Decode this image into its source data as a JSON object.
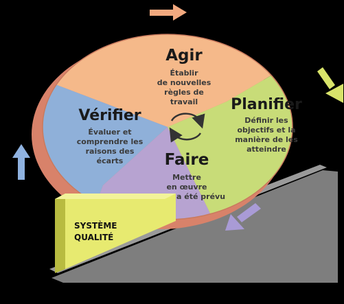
{
  "quadrants": {
    "agir": {
      "title": "Agir",
      "lines": [
        "Établir",
        "de nouvelles",
        "règles de",
        "travail"
      ]
    },
    "planifier": {
      "title": "Planifier",
      "lines": [
        "Définir les",
        "objectifs et la",
        "manière de les",
        "atteindre"
      ]
    },
    "faire": {
      "title": "Faire",
      "lines": [
        "Mettre",
        "en œuvre",
        "ce qui a été prévu"
      ]
    },
    "verifier": {
      "title": "Vérifier",
      "lines": [
        "Évaluer et",
        "comprendre les",
        "raisons des",
        "écarts"
      ]
    }
  },
  "wedge": {
    "lines": [
      "SYSTÈME",
      "QUALITÉ"
    ]
  },
  "colors": {
    "agir": "#f5b98a",
    "planifier": "#c8dc78",
    "faire": "#b7a3d1",
    "verifier": "#8fb0d9",
    "rim": "#d8826a",
    "wedge_face": "#e7ea70",
    "ramp": "#7e7e7e",
    "arrow_blue": "#8fb2e0",
    "arrow_orange": "#f2a97f",
    "arrow_yellow": "#d9e46a",
    "arrow_purple": "#a99bd6"
  },
  "icons": {
    "center": "cycle-arrows-icon"
  }
}
